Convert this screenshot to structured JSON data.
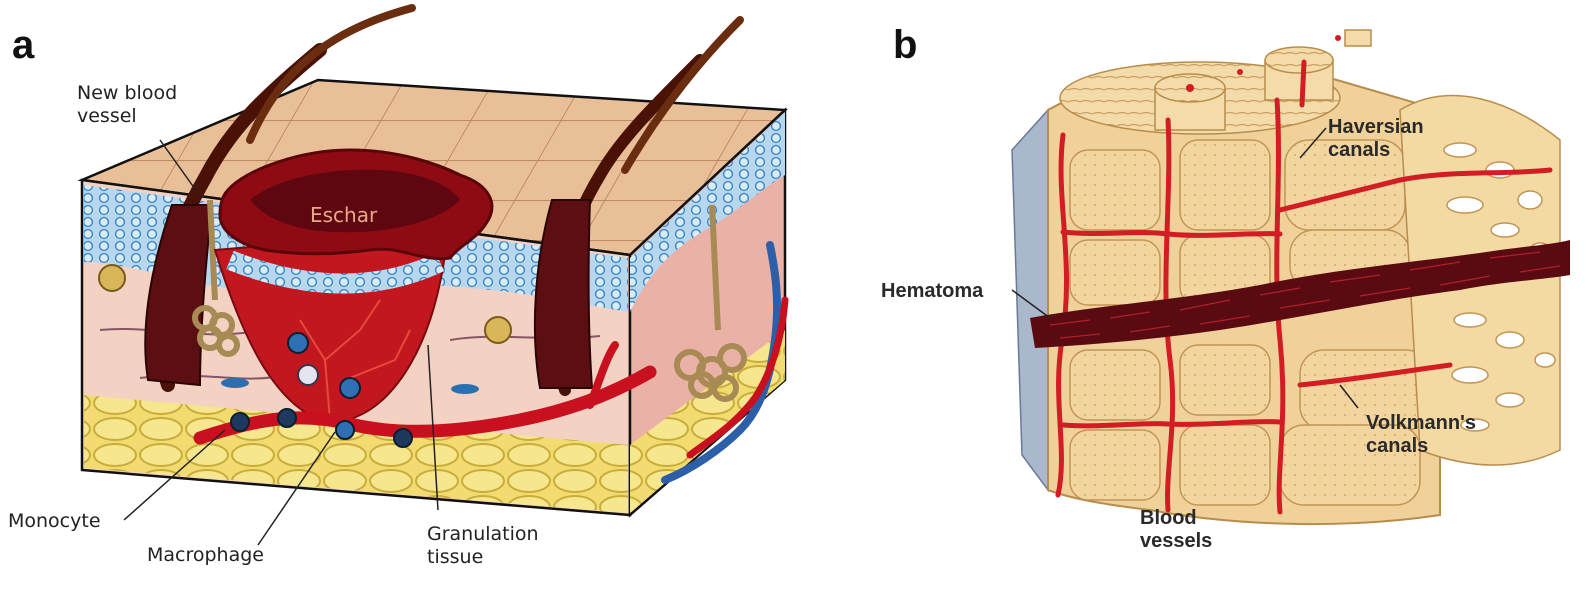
{
  "panels": {
    "a": {
      "letter": "a",
      "labels": {
        "new_blood_vessel": [
          "New blood",
          "vessel"
        ],
        "eschar": "Eschar",
        "monocyte": "Monocyte",
        "macrophage": "Macrophage",
        "granulation_tissue": [
          "Granulation",
          "tissue"
        ]
      }
    },
    "b": {
      "letter": "b",
      "labels": {
        "haversian_canals": [
          "Haversian",
          "canals"
        ],
        "hematoma": "Hematoma",
        "volkmanns_canals": [
          "Volkmann's",
          "canals"
        ],
        "blood_vessels": [
          "Blood",
          "vessels"
        ]
      }
    }
  },
  "colors": {
    "skin_top": "#e7b98f",
    "dermis": "#f3cdbd",
    "epidermis_blue": "#a9cde6",
    "fat": "#f1db6a",
    "eschar": "#8f0b14",
    "vessel_red": "#c8101e",
    "vein_blue": "#2d5fa8",
    "bone": "#f1d39a",
    "hematoma": "#5a0b12"
  }
}
